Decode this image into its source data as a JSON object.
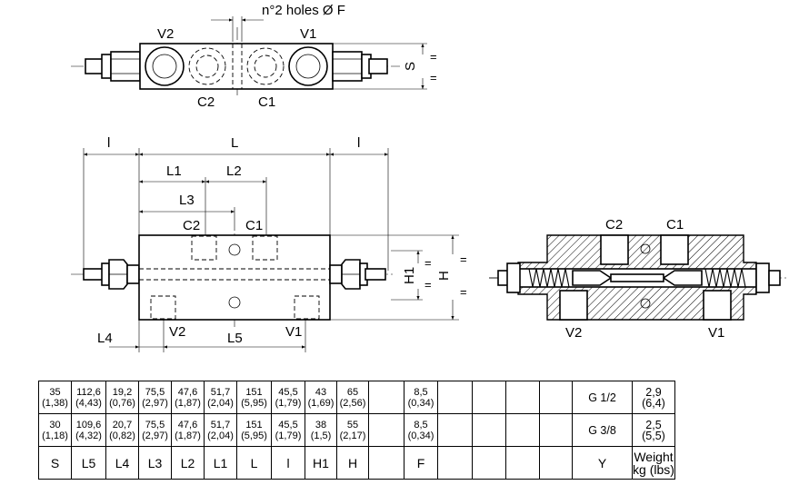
{
  "top_view": {
    "holes_label": "n°2 holes Ø F",
    "port_v2": "V2",
    "port_v1": "V1",
    "port_c2": "C2",
    "port_c1": "C1",
    "dim_s": "S"
  },
  "front_view": {
    "dim_l_left": "l",
    "dim_l_total": "L",
    "dim_l_right": "l",
    "dim_l1": "L1",
    "dim_l2": "L2",
    "dim_l3": "L3",
    "dim_l4": "L4",
    "dim_l5": "L5",
    "dim_h1": "H1",
    "dim_h": "H",
    "port_c2": "C2",
    "port_c1": "C1",
    "port_v2": "V2",
    "port_v1": "V1"
  },
  "section_view": {
    "port_c2": "C2",
    "port_c1": "C1",
    "port_v2": "V2",
    "port_v1": "V1"
  },
  "table": {
    "rows": [
      {
        "S": [
          "35",
          "(1,38)"
        ],
        "L5": [
          "112,6",
          "(4,43)"
        ],
        "L4": [
          "19,2",
          "(0,76)"
        ],
        "L3": [
          "75,5",
          "(2,97)"
        ],
        "L2": [
          "47,6",
          "(1,87)"
        ],
        "L1": [
          "51,7",
          "(2,04)"
        ],
        "L": [
          "151",
          "(5,95)"
        ],
        "l": [
          "45,5",
          "(1,79)"
        ],
        "H1": [
          "43",
          "(1,69)"
        ],
        "H": [
          "65",
          "(2,56)"
        ],
        "F": [
          "8,5",
          "(0,34)"
        ],
        "Y": "G 1/2",
        "W": [
          "2,9",
          "(6,4)"
        ]
      },
      {
        "S": [
          "30",
          "(1,18)"
        ],
        "L5": [
          "109,6",
          "(4,32)"
        ],
        "L4": [
          "20,7",
          "(0,82)"
        ],
        "L3": [
          "75,5",
          "(2,97)"
        ],
        "L2": [
          "47,6",
          "(1,87)"
        ],
        "L1": [
          "51,7",
          "(2,04)"
        ],
        "L": [
          "151",
          "(5,95)"
        ],
        "l": [
          "45,5",
          "(1,79)"
        ],
        "H1": [
          "38",
          "(1,5)"
        ],
        "H": [
          "55",
          "(2,17)"
        ],
        "F": [
          "8,5",
          "(0,34)"
        ],
        "Y": "G 3/8",
        "W": [
          "2,5",
          "(5,5)"
        ]
      }
    ],
    "headers": {
      "S": "S",
      "L5": "L5",
      "L4": "L4",
      "L3": "L3",
      "L2": "L2",
      "L1": "L1",
      "L": "L",
      "l": "l",
      "H1": "H1",
      "H": "H",
      "F": "F",
      "Y": "Y",
      "weight_line1": "Weight",
      "weight_line2": "kg (lbs)"
    }
  }
}
